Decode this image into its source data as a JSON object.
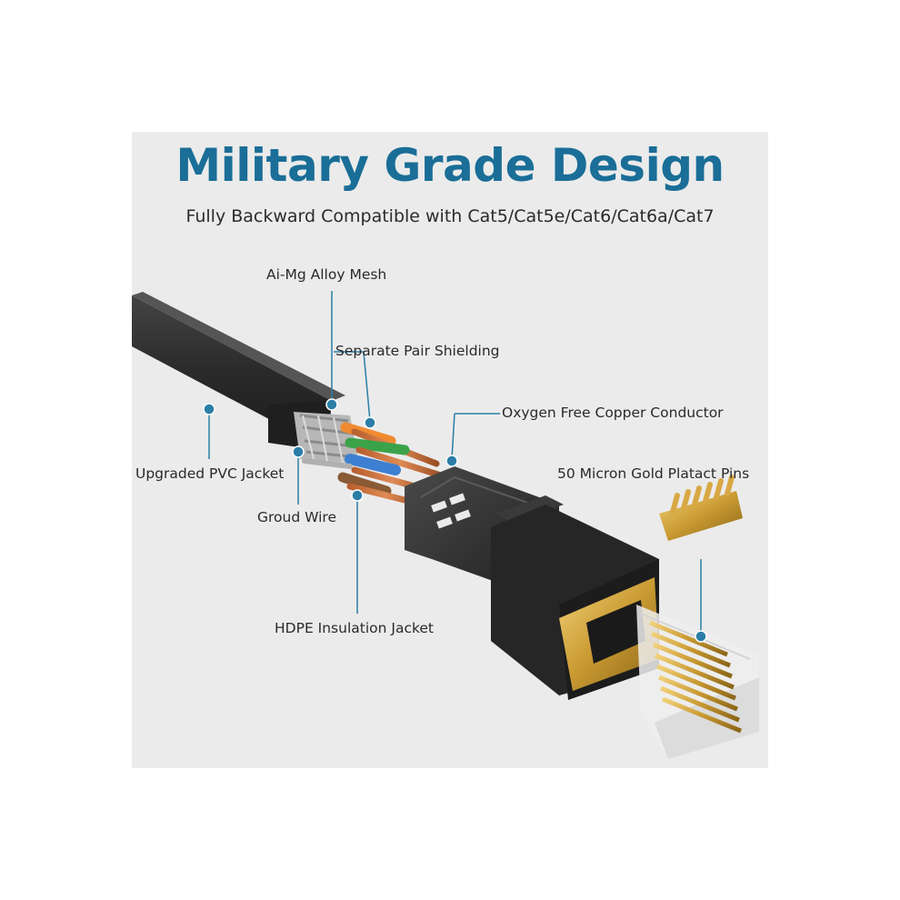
{
  "header": {
    "title": "Military Grade Design",
    "subtitle": "Fully Backward Compatible with Cat5/Cat5e/Cat6/Cat6a/Cat7"
  },
  "callouts": {
    "alloy_mesh": "Ai-Mg Alloy Mesh",
    "pair_shielding": "Separate Pair Shielding",
    "copper_conductor": "Oxygen Free Copper Conductor",
    "gold_pins": "50 Micron Gold Platact Pins",
    "pvc_jacket": "Upgraded PVC Jacket",
    "ground_wire": "Groud Wire",
    "hdpe_jacket": "HDPE Insulation Jacket"
  },
  "colors": {
    "title": "#1a6e97",
    "callout_line": "#2b7ea7",
    "panel_background": "#ebebeb",
    "cable_jacket": "#2a2a2a",
    "gold": "#c99a32"
  }
}
